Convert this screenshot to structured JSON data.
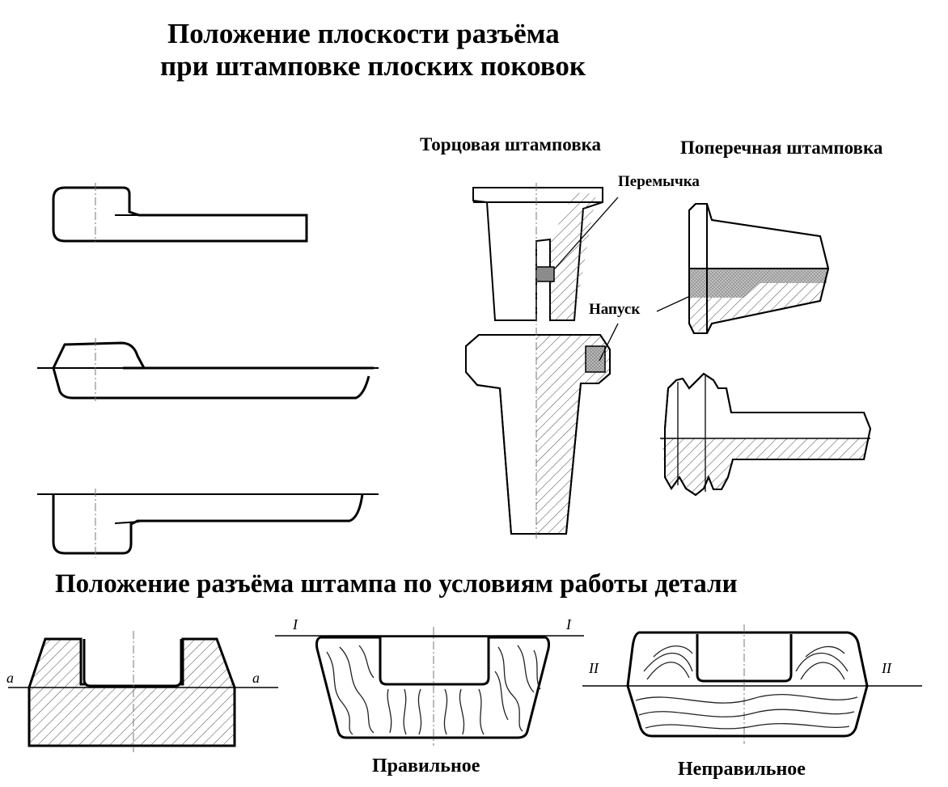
{
  "title": {
    "line1": "Положение плоскости  разъёма",
    "line2": "при штамповке плоских поковок"
  },
  "section2_title": "Положение разъёма штампа по условиям работы детали",
  "headings": {
    "end_stamping": "Торцовая штамповка",
    "cross_stamping": "Поперечная штамповка"
  },
  "callouts": {
    "bridge": "Перемычка",
    "allowance": "Напуск"
  },
  "captions": {
    "correct": "Правильное",
    "incorrect": "Неправильное"
  },
  "axis_marks": {
    "a_left": "a",
    "a_right": "a",
    "I_left": "I",
    "I_right": "I",
    "II_left": "II",
    "II_right": "II"
  },
  "colors": {
    "ink": "#000000",
    "hatch": "#555555",
    "allowance_fill": "#9a9a9a",
    "background": "#ffffff"
  }
}
